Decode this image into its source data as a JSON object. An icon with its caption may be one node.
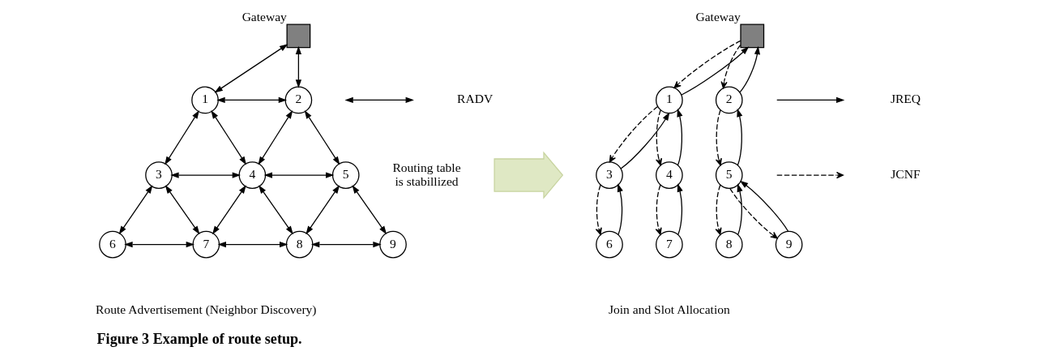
{
  "diagram": {
    "caption": "Figure 3 Example of route setup.",
    "nodes": [
      {
        "text": [],
        "shape": "box",
        "beside": [
          "Gateway"
        ]
      },
      {
        "text": [
          "1"
        ]
      },
      {
        "text": [
          "2"
        ]
      },
      {
        "text": [
          "3"
        ]
      },
      {
        "text": [
          "4"
        ]
      },
      {
        "text": [
          "5"
        ]
      },
      {
        "text": [
          "6"
        ]
      },
      {
        "text": [
          "7"
        ]
      },
      {
        "text": [
          "8"
        ]
      },
      {
        "text": [
          "9"
        ]
      },
      {
        "text": [],
        "shape": "arrow",
        "beside": [
          "Routing table is stabillized"
        ]
      },
      {
        "text": [],
        "shape": "box",
        "beside": [
          "Gateway"
        ]
      },
      {
        "text": [
          "1"
        ]
      },
      {
        "text": [
          "2"
        ]
      },
      {
        "text": [
          "3"
        ]
      },
      {
        "text": [
          "4"
        ]
      },
      {
        "text": [
          "5"
        ]
      },
      {
        "text": [
          "6"
        ]
      },
      {
        "text": [
          "7"
        ]
      },
      {
        "text": [
          "8"
        ]
      },
      {
        "text": [
          "9"
        ]
      }
    ],
    "edges": [
      {
        "from": 0,
        "to": 1,
        "arrow": "both"
      },
      {
        "from": 0,
        "to": 2,
        "arrow": "both"
      },
      {
        "from": 1,
        "to": 2,
        "arrow": "both"
      },
      {
        "from": 1,
        "to": 3,
        "arrow": "both"
      },
      {
        "from": 1,
        "to": 4,
        "arrow": "both"
      },
      {
        "from": 2,
        "to": 4,
        "arrow": "both"
      },
      {
        "from": 2,
        "to": 5,
        "arrow": "both"
      },
      {
        "from": 3,
        "to": 4,
        "arrow": "both"
      },
      {
        "from": 4,
        "to": 5,
        "arrow": "both"
      },
      {
        "from": 3,
        "to": 6,
        "arrow": "both"
      },
      {
        "from": 3,
        "to": 7,
        "arrow": "both"
      },
      {
        "from": 4,
        "to": 7,
        "arrow": "both"
      },
      {
        "from": 4,
        "to": 8,
        "arrow": "both"
      },
      {
        "from": 5,
        "to": 8,
        "arrow": "both"
      },
      {
        "from": 5,
        "to": 9,
        "arrow": "both"
      },
      {
        "from": 6,
        "to": 7,
        "arrow": "both"
      },
      {
        "from": 7,
        "to": 8,
        "arrow": "both"
      },
      {
        "from": 8,
        "to": 9,
        "arrow": "both"
      },
      {
        "from": 12,
        "to": 11,
        "arrow": "to"
      },
      {
        "from": 11,
        "to": 12,
        "arrow": "to",
        "style": "dashed"
      },
      {
        "from": 13,
        "to": 11,
        "arrow": "to"
      },
      {
        "from": 11,
        "to": 13,
        "arrow": "to",
        "style": "dashed"
      },
      {
        "from": 14,
        "to": 12,
        "arrow": "to"
      },
      {
        "from": 12,
        "to": 14,
        "arrow": "to",
        "style": "dashed"
      },
      {
        "from": 15,
        "to": 12,
        "arrow": "to"
      },
      {
        "from": 12,
        "to": 15,
        "arrow": "to",
        "style": "dashed"
      },
      {
        "from": 16,
        "to": 13,
        "arrow": "to"
      },
      {
        "from": 13,
        "to": 16,
        "arrow": "to",
        "style": "dashed"
      },
      {
        "from": 17,
        "to": 14,
        "arrow": "to"
      },
      {
        "from": 14,
        "to": 17,
        "arrow": "to",
        "style": "dashed"
      },
      {
        "from": 18,
        "to": 15,
        "arrow": "to"
      },
      {
        "from": 15,
        "to": 18,
        "arrow": "to",
        "style": "dashed"
      },
      {
        "from": 19,
        "to": 16,
        "arrow": "to"
      },
      {
        "from": 16,
        "to": 19,
        "arrow": "to",
        "style": "dashed"
      },
      {
        "from": 20,
        "to": 16,
        "arrow": "to"
      },
      {
        "from": 16,
        "to": 20,
        "arrow": "to",
        "style": "dashed"
      }
    ],
    "labels": [
      "Route Advertisement (Neighbor Discovery)",
      "Join and Slot Allocation"
    ],
    "legend": [
      {
        "text": "RADV"
      },
      {
        "text": "JREQ"
      },
      {
        "text": "JCNF"
      }
    ]
  }
}
